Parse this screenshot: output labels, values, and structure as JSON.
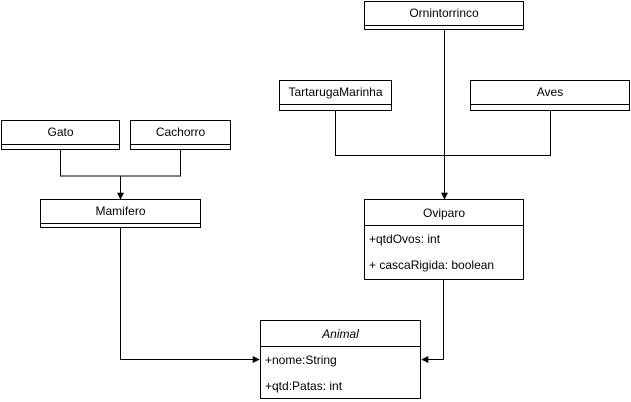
{
  "classes": {
    "gato": {
      "name": "Gato"
    },
    "cachorro": {
      "name": "Cachorro"
    },
    "mamifero": {
      "name": "Mamifero"
    },
    "tartaruga": {
      "name": "TartarugaMarinha"
    },
    "aves": {
      "name": "Aves"
    },
    "ornitorrinco": {
      "name": "Ornintorrinco"
    },
    "oviparo": {
      "name": "Oviparo",
      "attributes": [
        "+qtdOvos: int",
        "+ cascaRigida: boolean"
      ]
    },
    "animal": {
      "name": "Animal",
      "attributes": [
        "+nome:String",
        "+qtd:Patas: int"
      ]
    }
  },
  "colors": {
    "line": "#000000",
    "fill": "#ffffff"
  }
}
